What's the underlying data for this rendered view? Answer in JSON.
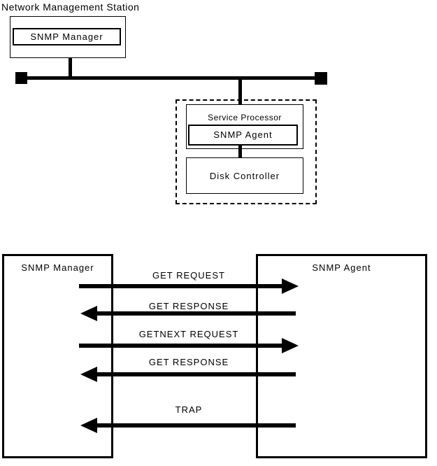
{
  "top_diagram": {
    "station_label": "Network Management Station",
    "manager_box_label": "SNMP Manager",
    "device": {
      "service_processor_label": "Service Processor",
      "agent_label": "SNMP Agent",
      "disk_controller_label": "Disk Controller"
    }
  },
  "sequence_diagram": {
    "left_box_label": "SNMP Manager",
    "right_box_label": "SNMP Agent",
    "messages": [
      {
        "label": "GET REQUEST",
        "direction": "right"
      },
      {
        "label": "GET RESPONSE",
        "direction": "left"
      },
      {
        "label": "GETNEXT REQUEST",
        "direction": "right"
      },
      {
        "label": "GET RESPONSE",
        "direction": "left"
      },
      {
        "label": "TRAP",
        "direction": "left"
      }
    ]
  },
  "colors": {
    "line": "#000000",
    "background": "#ffffff",
    "text": "#000000"
  }
}
